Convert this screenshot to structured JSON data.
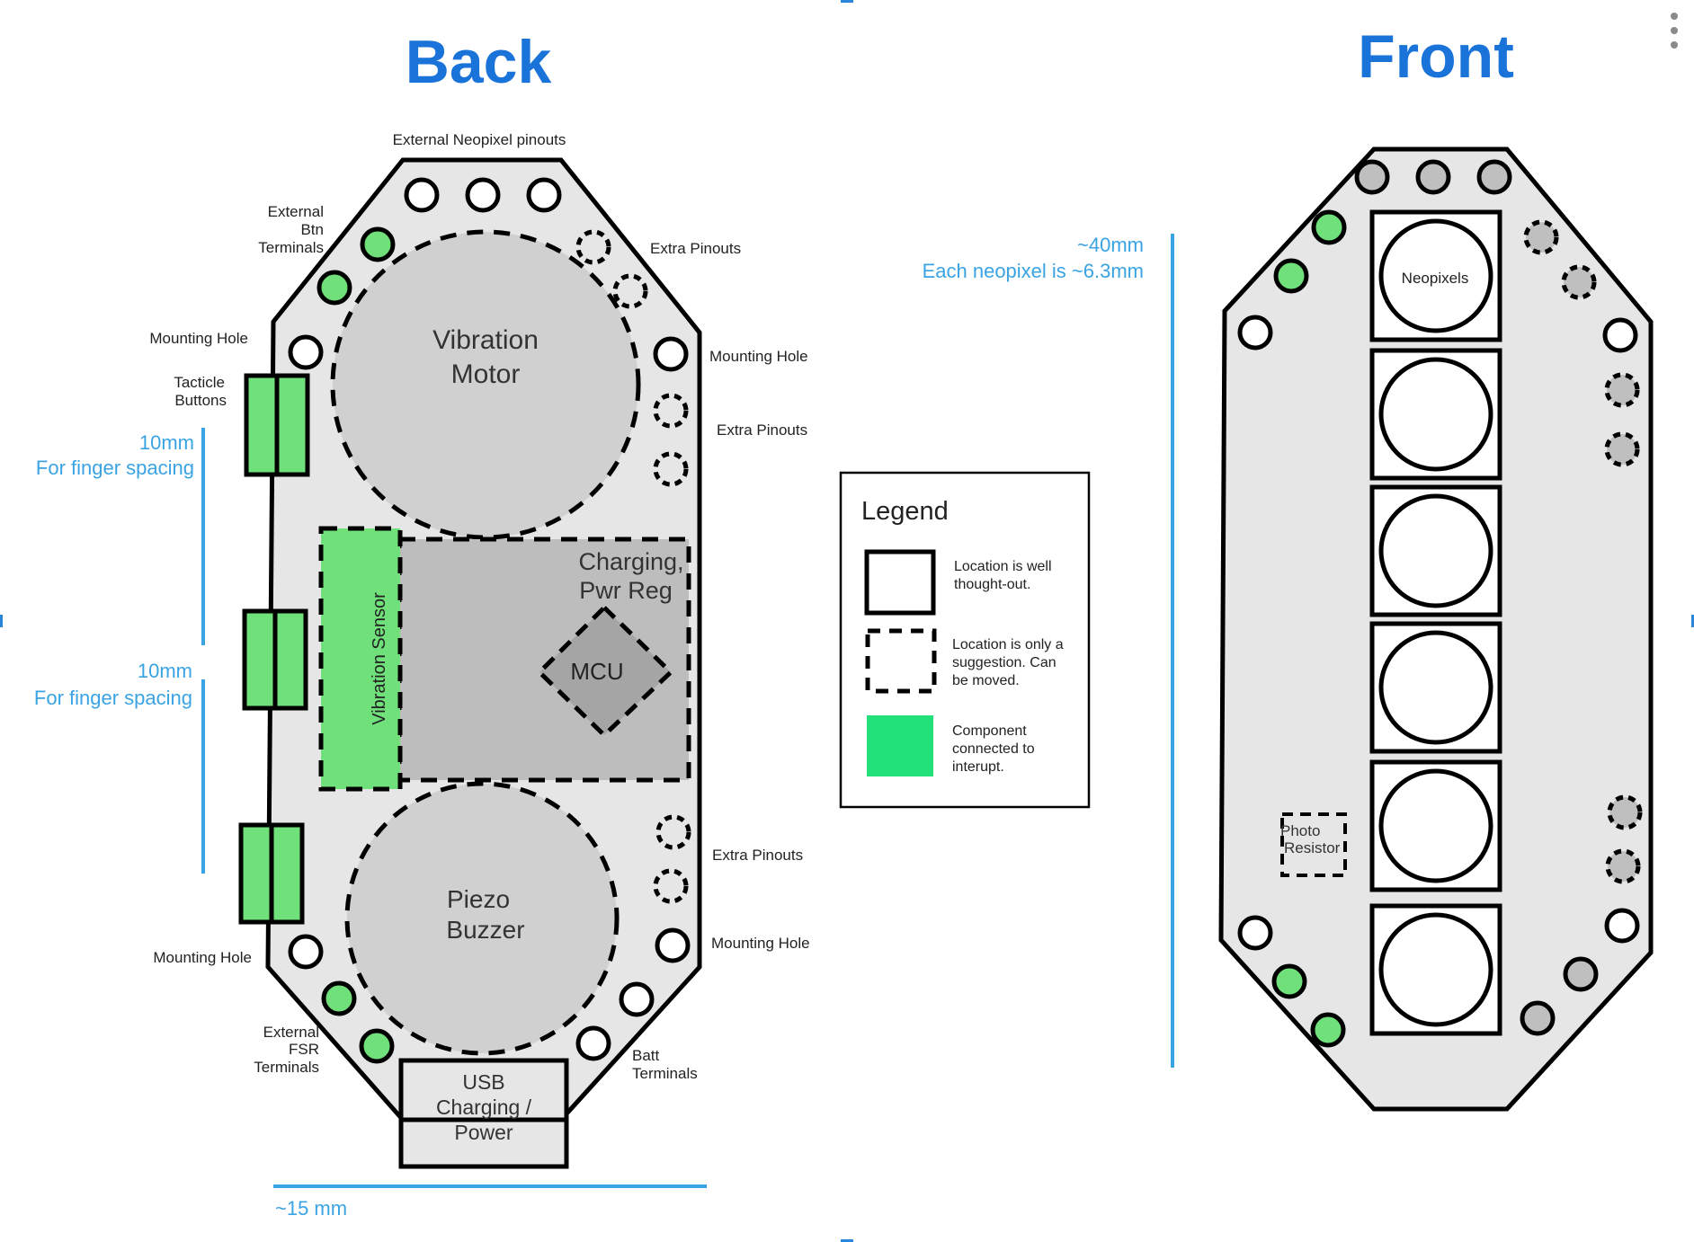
{
  "titles": {
    "back": "Back",
    "front": "Front"
  },
  "colors": {
    "title_blue": "#1a73d9",
    "measure_blue": "#3aa3e3",
    "board_fill": "#e6e6e6",
    "component_gray": "#d0d0d0",
    "region_gray": "#bdbdbd",
    "mcu_gray": "#a5a5a5",
    "interrupt_green": "#6fe07a",
    "legend_green": "#22e07a",
    "hole_gray": "#bfbfbf"
  },
  "back": {
    "labels": {
      "ext_neopixel": "External Neopixel pinouts",
      "ext_btn": [
        "External",
        "Btn",
        "Terminals"
      ],
      "extra_pinouts_top": "Extra Pinouts",
      "mounting_hole_tl": "Mounting Hole",
      "mounting_hole_tr": "Mounting Hole",
      "tacticle": [
        "Tacticle",
        "Buttons"
      ],
      "extra_pinouts_right": "Extra Pinouts",
      "extra_pinouts_lower": "Extra Pinouts",
      "mounting_hole_bl": "Mounting Hole",
      "mounting_hole_br": "Mounting Hole",
      "ext_fsr": [
        "External",
        "FSR",
        "Terminals"
      ],
      "batt": [
        "Batt",
        "Terminals"
      ]
    },
    "vibration_motor": [
      "Vibration",
      "Motor"
    ],
    "vibration_sensor": "Vibration Sensor",
    "charging": [
      "Charging,",
      "Pwr Reg"
    ],
    "mcu": "MCU",
    "piezo": [
      "Piezo",
      "Buzzer"
    ],
    "usb": [
      "USB",
      "Charging /",
      "Power"
    ],
    "spacing_1": {
      "value": "10mm",
      "text": "For finger spacing"
    },
    "spacing_2": {
      "value": "10mm",
      "text": "For finger spacing"
    },
    "width_label": "~15 mm"
  },
  "front": {
    "size_label": "~40mm",
    "neopixel_size": "Each neopixel is ~6.3mm",
    "neopixels_label": "Neopixels",
    "photo_resistor": [
      "Photo",
      "Resistor"
    ]
  },
  "legend": {
    "title": "Legend",
    "solid": [
      "Location is well",
      "thought-out."
    ],
    "dashed": [
      "Location is only a",
      "suggestion. Can",
      "be moved."
    ],
    "green": [
      "Component",
      "connected to",
      "interupt."
    ]
  }
}
